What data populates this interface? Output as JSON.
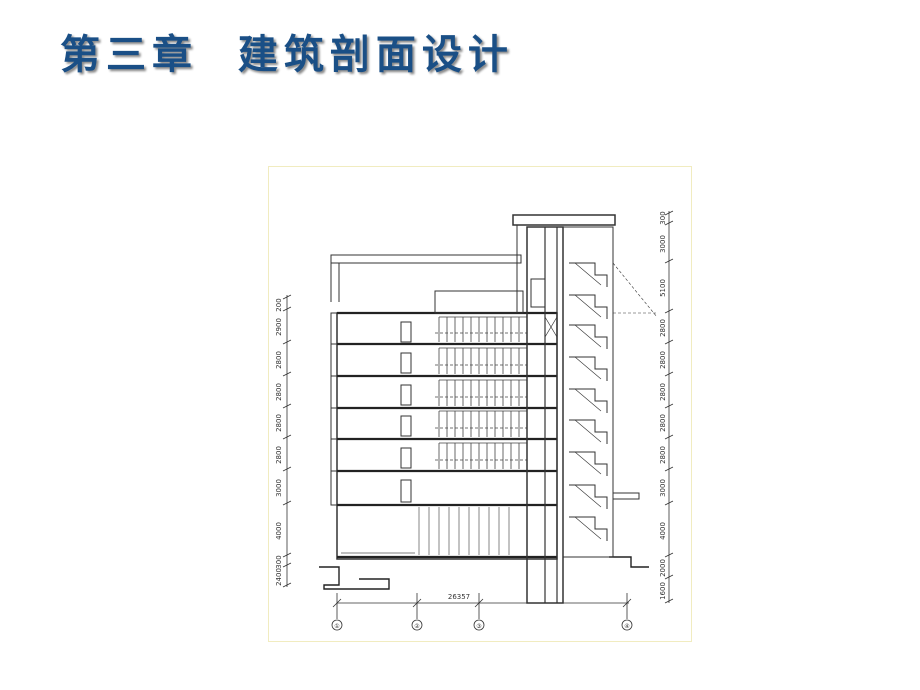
{
  "slide": {
    "title": "第三章  建筑剖面设计"
  },
  "drawing": {
    "overall_dimension": "26357",
    "left_dims": [
      "200",
      "2900",
      "2800",
      "2800",
      "2800",
      "2800",
      "3000",
      "4000",
      "300",
      "2400"
    ],
    "right_dims": [
      "300",
      "3000",
      "5100",
      "2800",
      "2800",
      "2800",
      "2800",
      "2800",
      "3000",
      "4000",
      "2000",
      "1600"
    ],
    "axis_labels": [
      "①",
      "②",
      "③",
      "④"
    ]
  }
}
